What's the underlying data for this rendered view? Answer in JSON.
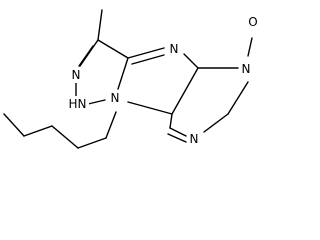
{
  "colors": {
    "background": "#ffffff",
    "bond": "#000000",
    "label": "#000000"
  },
  "atoms": [
    {
      "id": "n-imine",
      "symbol": "N"
    },
    {
      "id": "n-oxide",
      "symbol": "N"
    },
    {
      "id": "o-oxide",
      "symbol": "O"
    },
    {
      "id": "n-pyrimidine",
      "symbol": "N"
    },
    {
      "id": "n-pyrazole",
      "symbol": "N"
    },
    {
      "id": "n-h",
      "symbol": "N"
    },
    {
      "id": "h-on-n",
      "symbol": "H"
    },
    {
      "id": "n-bridge",
      "symbol": "N"
    }
  ]
}
